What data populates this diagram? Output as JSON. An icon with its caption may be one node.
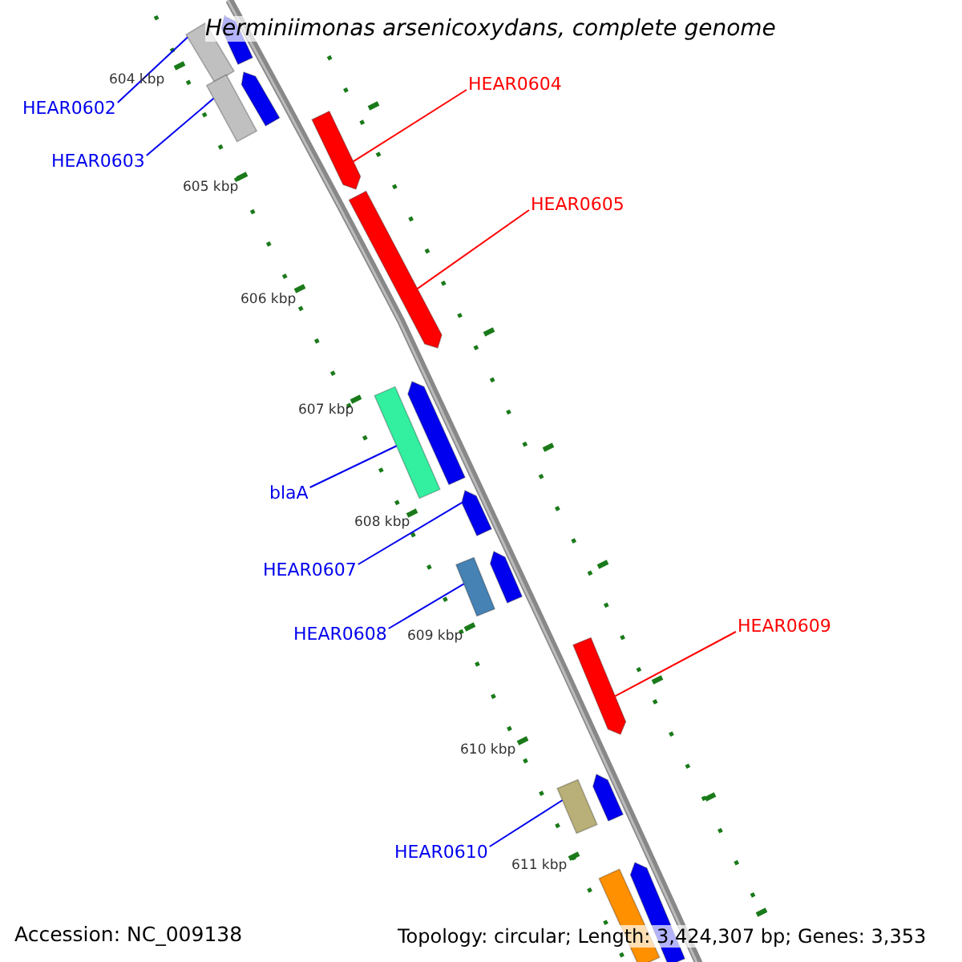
{
  "diagram": {
    "title": "Herminiimonas arsenicoxydans, complete genome",
    "nodes": [
      {
        "text": [],
        "shape": "bar"
      },
      {
        "text": [],
        "shape": "bar"
      },
      {
        "text": [],
        "shape": "bar"
      },
      {
        "text": [],
        "shape": "bar"
      },
      {
        "text": [],
        "shape": "bar"
      },
      {
        "text": [],
        "shape": "bar"
      },
      {
        "text": [],
        "shape": "bar"
      },
      {
        "text": [],
        "shape": "bar"
      },
      {
        "text": [],
        "shape": "bar"
      },
      {
        "text": [],
        "shape": "bar"
      },
      {
        "text": [],
        "shape": "bar"
      },
      {
        "text": [],
        "shape": "bar"
      },
      {
        "text": [],
        "shape": "bar"
      },
      {
        "text": [],
        "shape": "bar"
      },
      {
        "text": [],
        "shape": "bar"
      },
      {
        "text": [],
        "shape": "bar"
      },
      {
        "text": [
          "HEAR0602"
        ]
      },
      {
        "text": [
          "HEAR0603"
        ]
      },
      {
        "text": [
          "HEAR0604"
        ]
      },
      {
        "text": [
          "HEAR0605"
        ]
      },
      {
        "text": [
          "blaA"
        ]
      },
      {
        "text": [
          "HEAR0607"
        ]
      },
      {
        "text": [
          "HEAR0608"
        ]
      },
      {
        "text": [
          "HEAR0609"
        ]
      },
      {
        "text": [
          "HEAR0610"
        ]
      }
    ],
    "edges": [
      {
        "from": 16,
        "to": 0,
        "arrow": "none"
      },
      {
        "from": 17,
        "to": 2,
        "arrow": "none"
      },
      {
        "from": 18,
        "to": 4,
        "arrow": "none",
        "color": "#ff0000"
      },
      {
        "from": 19,
        "to": 5,
        "arrow": "none",
        "color": "#ff0000"
      },
      {
        "from": 20,
        "to": 6,
        "arrow": "none"
      },
      {
        "from": 21,
        "to": 8,
        "arrow": "none"
      },
      {
        "from": 22,
        "to": 9,
        "arrow": "none"
      },
      {
        "from": 23,
        "to": 11,
        "arrow": "none",
        "color": "#ff0000"
      },
      {
        "from": 24,
        "to": 12,
        "arrow": "none"
      }
    ],
    "labels": [
      "604 kbp",
      "605 kbp",
      "606 kbp",
      "607 kbp",
      "608 kbp",
      "609 kbp",
      "610 kbp",
      "611 kbp",
      "Accession: NC_009138",
      "Topology: circular; Length: 3,424,307 bp; Genes: 3,353"
    ]
  }
}
